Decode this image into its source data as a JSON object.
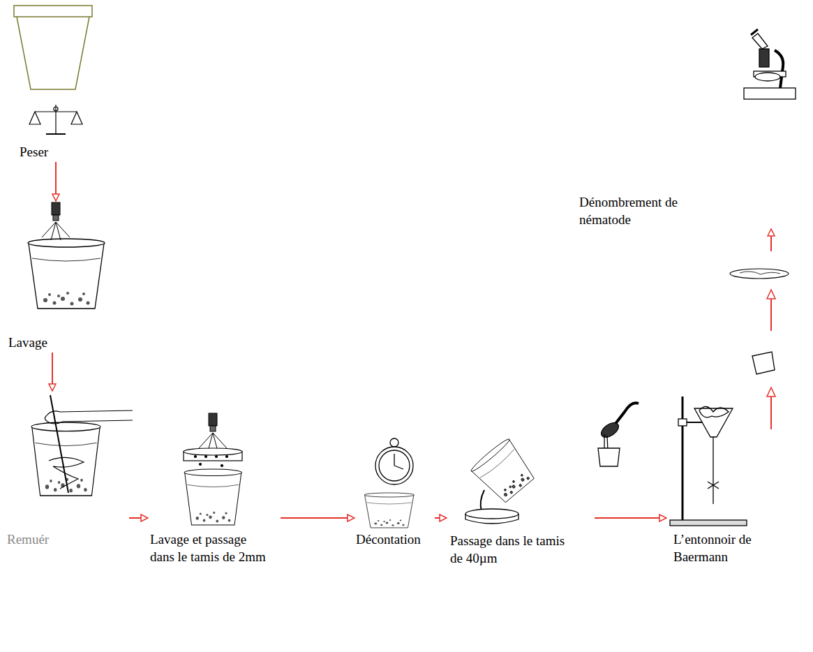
{
  "diagram": {
    "nodes": [
      {
        "text": [
          "Peser"
        ]
      },
      {
        "text": [
          "Lavage"
        ]
      },
      {
        "text": [
          "Remuér"
        ]
      },
      {
        "text": [
          "Lavage et passage dans le tamis de 2mm"
        ]
      },
      {
        "text": [
          "Décontation"
        ]
      },
      {
        "text": [
          "Passage dans le tamis de 40µm"
        ]
      },
      {
        "text": [
          "L’entonnoir de Baermann"
        ]
      },
      {
        "text": [
          "Dénombrement de nématode"
        ]
      }
    ],
    "edges": [
      {
        "from": 0,
        "to": 1,
        "arrow": "to"
      },
      {
        "from": 1,
        "to": 2,
        "arrow": "to"
      },
      {
        "from": 2,
        "to": 3,
        "arrow": "to"
      },
      {
        "from": 3,
        "to": 4,
        "arrow": "to"
      },
      {
        "from": 4,
        "to": 5,
        "arrow": "to"
      },
      {
        "from": 5,
        "to": 6,
        "arrow": "to"
      },
      {
        "from": 6,
        "to": 7,
        "arrow": "to"
      }
    ]
  }
}
